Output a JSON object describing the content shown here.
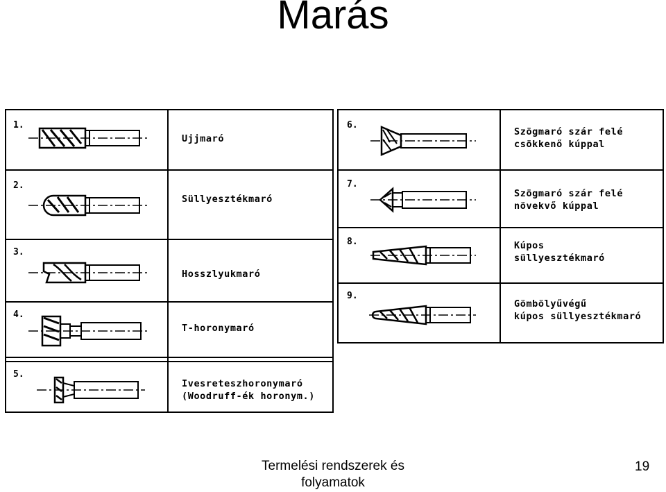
{
  "slide": {
    "title": "Marás",
    "footer_line1": "Termelési rendszerek és",
    "footer_line2": "folyamatok",
    "page_number": "19"
  },
  "left_tools": [
    {
      "num": "1.",
      "name": "Ujjmaró",
      "name2": ""
    },
    {
      "num": "2.",
      "name": "Süllyesztékmaró",
      "name2": ""
    },
    {
      "num": "3.",
      "name": "Hosszlyukmaró",
      "name2": ""
    },
    {
      "num": "4.",
      "name": "T-horonymaró",
      "name2": ""
    },
    {
      "num": "5.",
      "name": "Ivesreteszhoronymaró",
      "name2": "(Woodruff-ék horonym.)"
    }
  ],
  "right_tools": [
    {
      "num": "6.",
      "name": "Szögmaró szár felé",
      "name2": "csökkenő kúppal"
    },
    {
      "num": "7.",
      "name": "Szögmaró szár felé",
      "name2": "növekvő kúppal"
    },
    {
      "num": "8.",
      "name": "Kúpos",
      "name2": "süllyesztékmaró"
    },
    {
      "num": "9.",
      "name": "Gömbölyűvégű",
      "name2": "kúpos süllyesztékmaró"
    }
  ]
}
